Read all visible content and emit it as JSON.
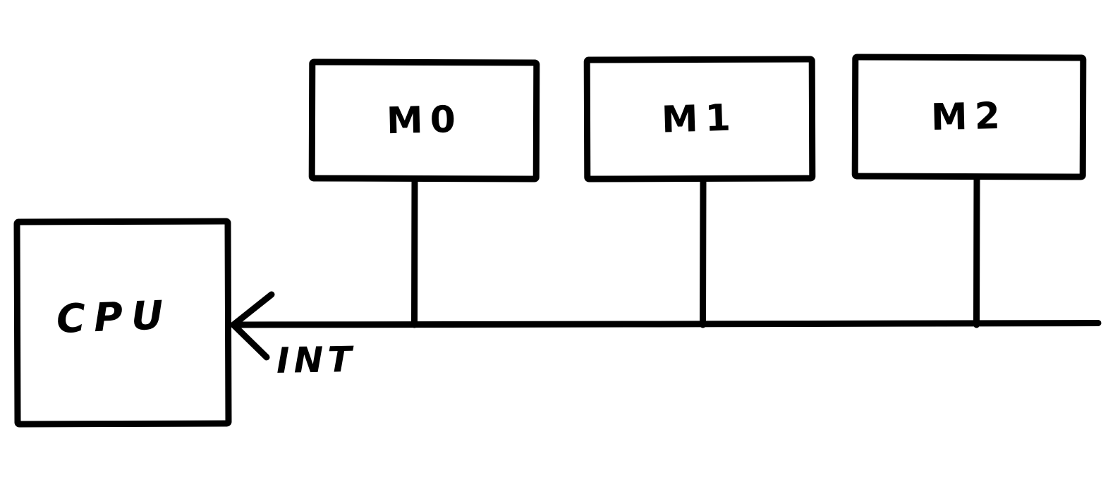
{
  "diagram": {
    "style": "hand-drawn block diagram",
    "background_color": "#ffffff",
    "stroke_color": "#000000",
    "nodes": [
      {
        "id": "cpu",
        "label": "CPU",
        "shape": "square"
      },
      {
        "id": "m0",
        "label": "M0",
        "shape": "rectangle"
      },
      {
        "id": "m1",
        "label": "M1",
        "shape": "rectangle"
      },
      {
        "id": "m2",
        "label": "M2",
        "shape": "rectangle"
      }
    ],
    "bus": {
      "signal_label": "INT",
      "description": "horizontal interrupt line with arrowhead pointing left into CPU",
      "connected_modules": [
        "M0",
        "M1",
        "M2"
      ]
    }
  }
}
